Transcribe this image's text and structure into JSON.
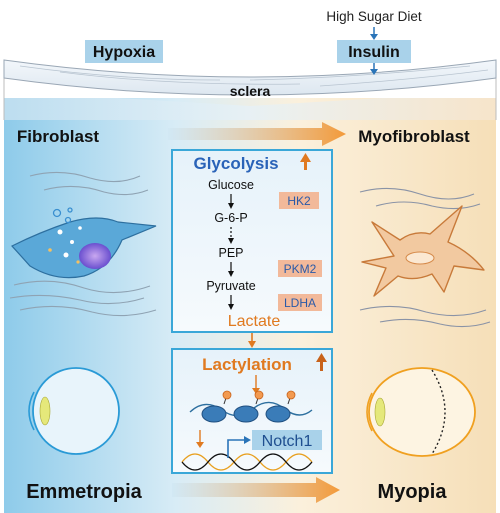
{
  "top": {
    "diet": "High Sugar Diet",
    "hypoxia": "Hypoxia",
    "insulin": "Insulin",
    "sclera": "sclera"
  },
  "cells": {
    "left": "Fibroblast",
    "right": "Myofibroblast"
  },
  "glycolysis": {
    "title": "Glycolysis",
    "steps": [
      "Glucose",
      "G-6-P",
      "PEP",
      "Pyruvate"
    ],
    "enzymes": [
      "HK2",
      "PKM2",
      "LDHA"
    ],
    "product": "Lactate"
  },
  "lactylation": {
    "title": "Lactylation",
    "gene": "Notch1"
  },
  "bottom": {
    "left": "Emmetropia",
    "right": "Myopia"
  },
  "colors": {
    "blue_label_bg": "#a9d2ea",
    "glycolysis_title": "#2a63b8",
    "lactylation_title": "#e07a20",
    "enzyme_bg": "#f2b99a",
    "lens_blue": "#2a9ad6",
    "lens_orange": "#f0a020",
    "fibroblast_fill": "#5aa8d8",
    "myofibroblast_fill": "#f2c9a0"
  }
}
